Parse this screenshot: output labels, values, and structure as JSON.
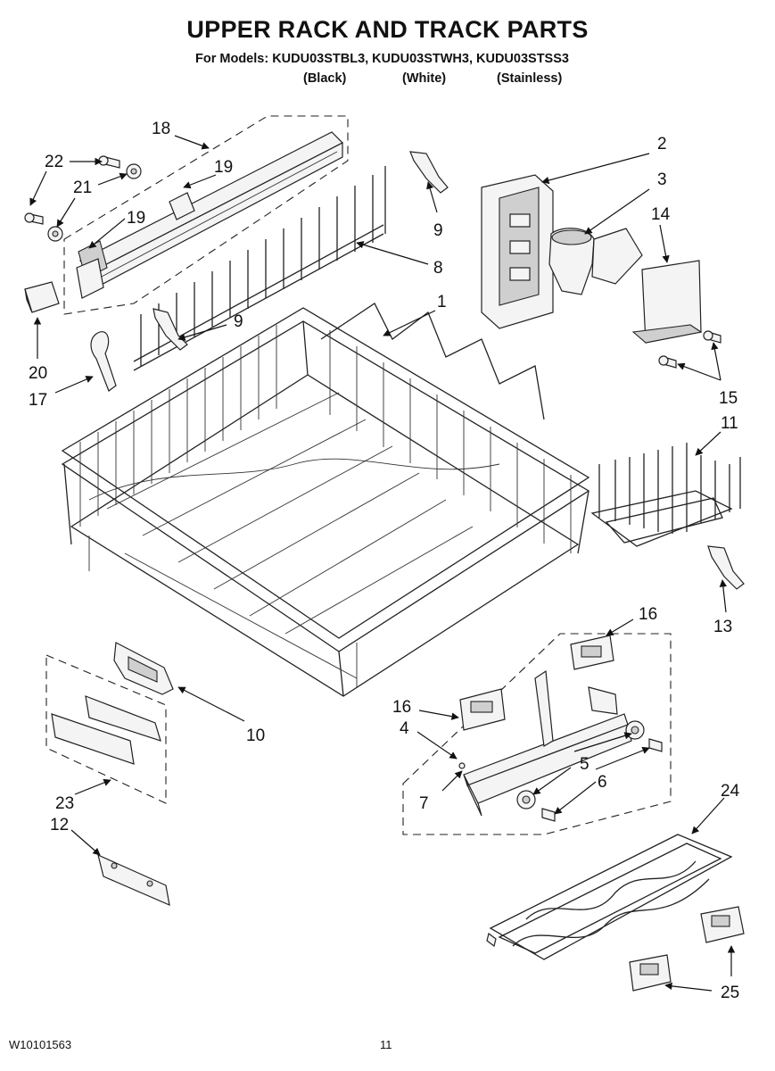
{
  "header": {
    "title": "UPPER RACK AND TRACK PARTS",
    "models_line": "For Models: KUDU03STBL3, KUDU03STWH3, KUDU03STSS3",
    "color_labels": [
      "(Black)",
      "(White)",
      "(Stainless)"
    ]
  },
  "callouts": {
    "c1": "1",
    "c2": "2",
    "c3": "3",
    "c4": "4",
    "c5": "5",
    "c6": "6",
    "c7": "7",
    "c8": "8",
    "c9a": "9",
    "c9b": "9",
    "c10": "10",
    "c11": "11",
    "c12": "12",
    "c13": "13",
    "c14": "14",
    "c15": "15",
    "c16a": "16",
    "c16b": "16",
    "c17": "17",
    "c18": "18",
    "c19a": "19",
    "c19b": "19",
    "c20": "20",
    "c21": "21",
    "c22": "22",
    "c23": "23",
    "c24": "24",
    "c25": "25"
  },
  "footer": {
    "doc_number": "W10101563",
    "page_number": "11"
  }
}
